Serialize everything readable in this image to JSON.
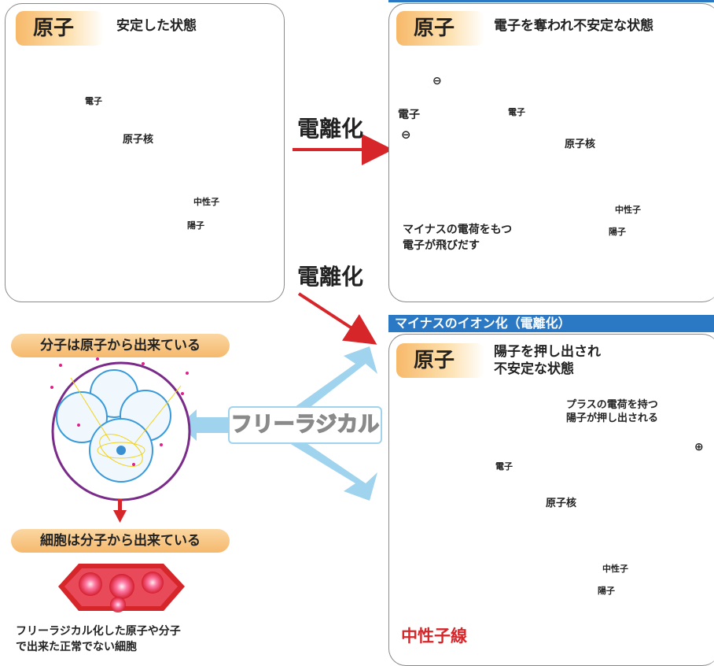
{
  "panel_stable": {
    "tag": "原子",
    "title": "安定した状態",
    "electron": "電子",
    "nucleus": "原子核",
    "neutron": "中性子",
    "proton": "陽子"
  },
  "panel_ionized": {
    "tag": "原子",
    "title": "電子を奪われ不安定な状態",
    "electron_out": "電子",
    "electron": "電子",
    "nucleus": "原子核",
    "neutron": "中性子",
    "proton": "陽子",
    "caption_line1": "マイナスの電荷をもつ",
    "caption_line2": "電子が飛びだす",
    "minus_sign": "⊖"
  },
  "panel_proton": {
    "bar": "マイナスのイオン化（電離化）",
    "tag": "原子",
    "title_line1": "陽子を押し出され",
    "title_line2": "不安定な状態",
    "proton_out_line1": "プラスの電荷を持つ",
    "proton_out_line2": "陽子が押し出される",
    "plus_sign": "⊕",
    "electron": "電子",
    "nucleus": "原子核",
    "neutron": "中性子",
    "proton": "陽子",
    "beam": "中性子線"
  },
  "arrows": {
    "ionize_top": "電離化",
    "ionize_mid": "電離化",
    "radical": "フリーラジカル"
  },
  "left": {
    "molecule_label": "分子は原子から出来ている",
    "cell_label": "細胞は分子から出来ている",
    "caption_line1": "フリーラジカル化した原子や分子",
    "caption_line2": "で出来た正常でない細胞"
  },
  "colors": {
    "electron": "#e0208a",
    "orbit": "#f2d21a",
    "sphere_edge": "#3a9ad9",
    "arrow_red": "#d7262a",
    "arrow_blue": "#9fd3ee",
    "tag": "#f5b96c"
  }
}
